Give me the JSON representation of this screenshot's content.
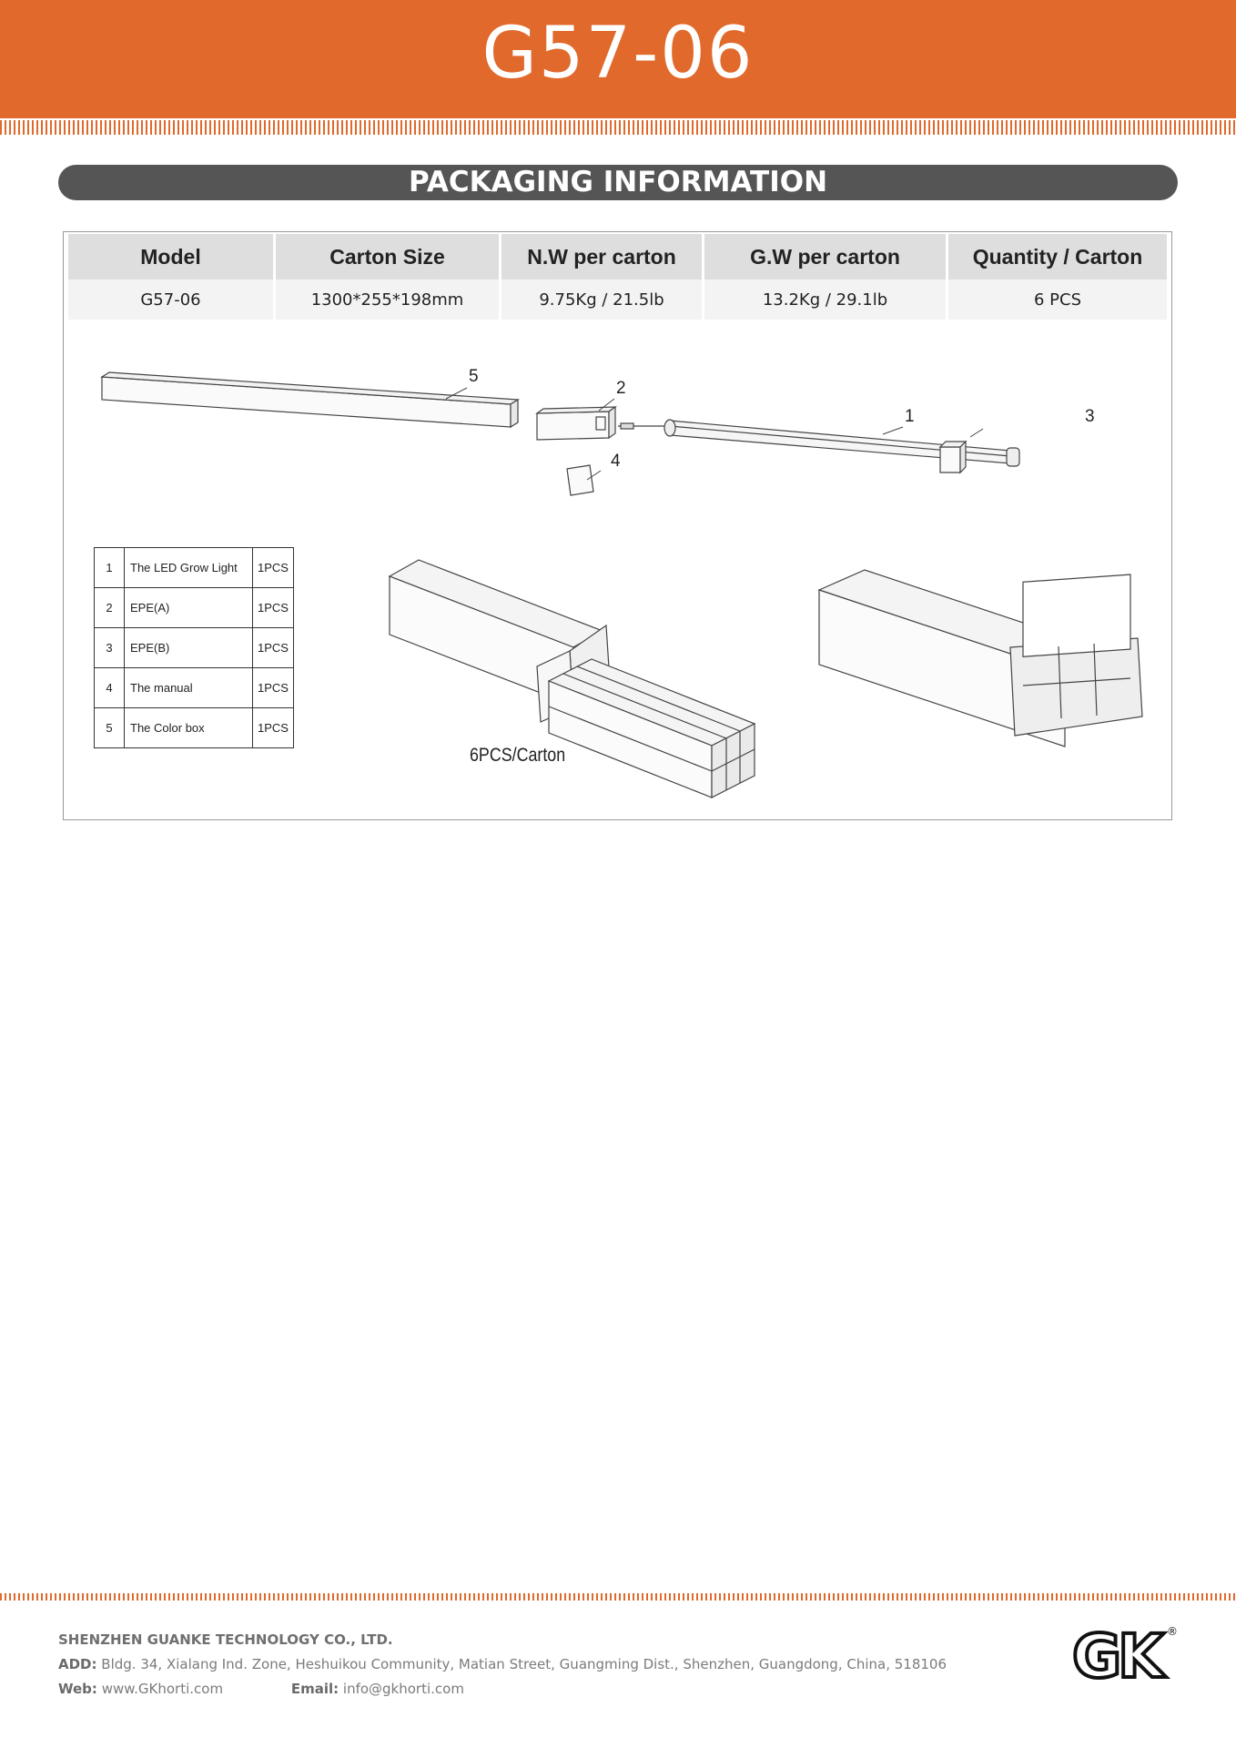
{
  "header": {
    "title": "G57-06"
  },
  "section": {
    "title": "PACKAGING INFORMATION"
  },
  "table": {
    "headers": [
      "Model",
      "Carton Size",
      "N.W per carton",
      "G.W per carton",
      "Quantity / Carton"
    ],
    "row": [
      "G57-06",
      "1300*255*198mm",
      "9.75Kg / 21.5lb",
      "13.2Kg / 29.1lb",
      "6 PCS"
    ]
  },
  "callouts": [
    "5",
    "2",
    "1",
    "3",
    "4"
  ],
  "parts": [
    {
      "no": "1",
      "name": "The LED Grow Light",
      "qty": "1PCS"
    },
    {
      "no": "2",
      "name": "EPE(A)",
      "qty": "1PCS"
    },
    {
      "no": "3",
      "name": "EPE(B)",
      "qty": "1PCS"
    },
    {
      "no": "4",
      "name": "The manual",
      "qty": "1PCS"
    },
    {
      "no": "5",
      "name": "The Color box",
      "qty": "1PCS"
    }
  ],
  "carton_note": "6PCS/Carton",
  "footer": {
    "company": "SHENZHEN GUANKE TECHNOLOGY CO., LTD.",
    "add_label": "ADD:",
    "address": "Bldg. 34, Xialang Ind. Zone, Heshuikou Community, Matian Street, Guangming Dist., Shenzhen, Guangdong, China, 518106",
    "web_label": "Web:",
    "web": "www.GKhorti.com",
    "email_label": "Email:",
    "email": "info@gkhorti.com"
  },
  "logo": {
    "text": "GK",
    "mark": "®"
  },
  "colors": {
    "accent": "#e0692b",
    "bar": "#555555"
  }
}
